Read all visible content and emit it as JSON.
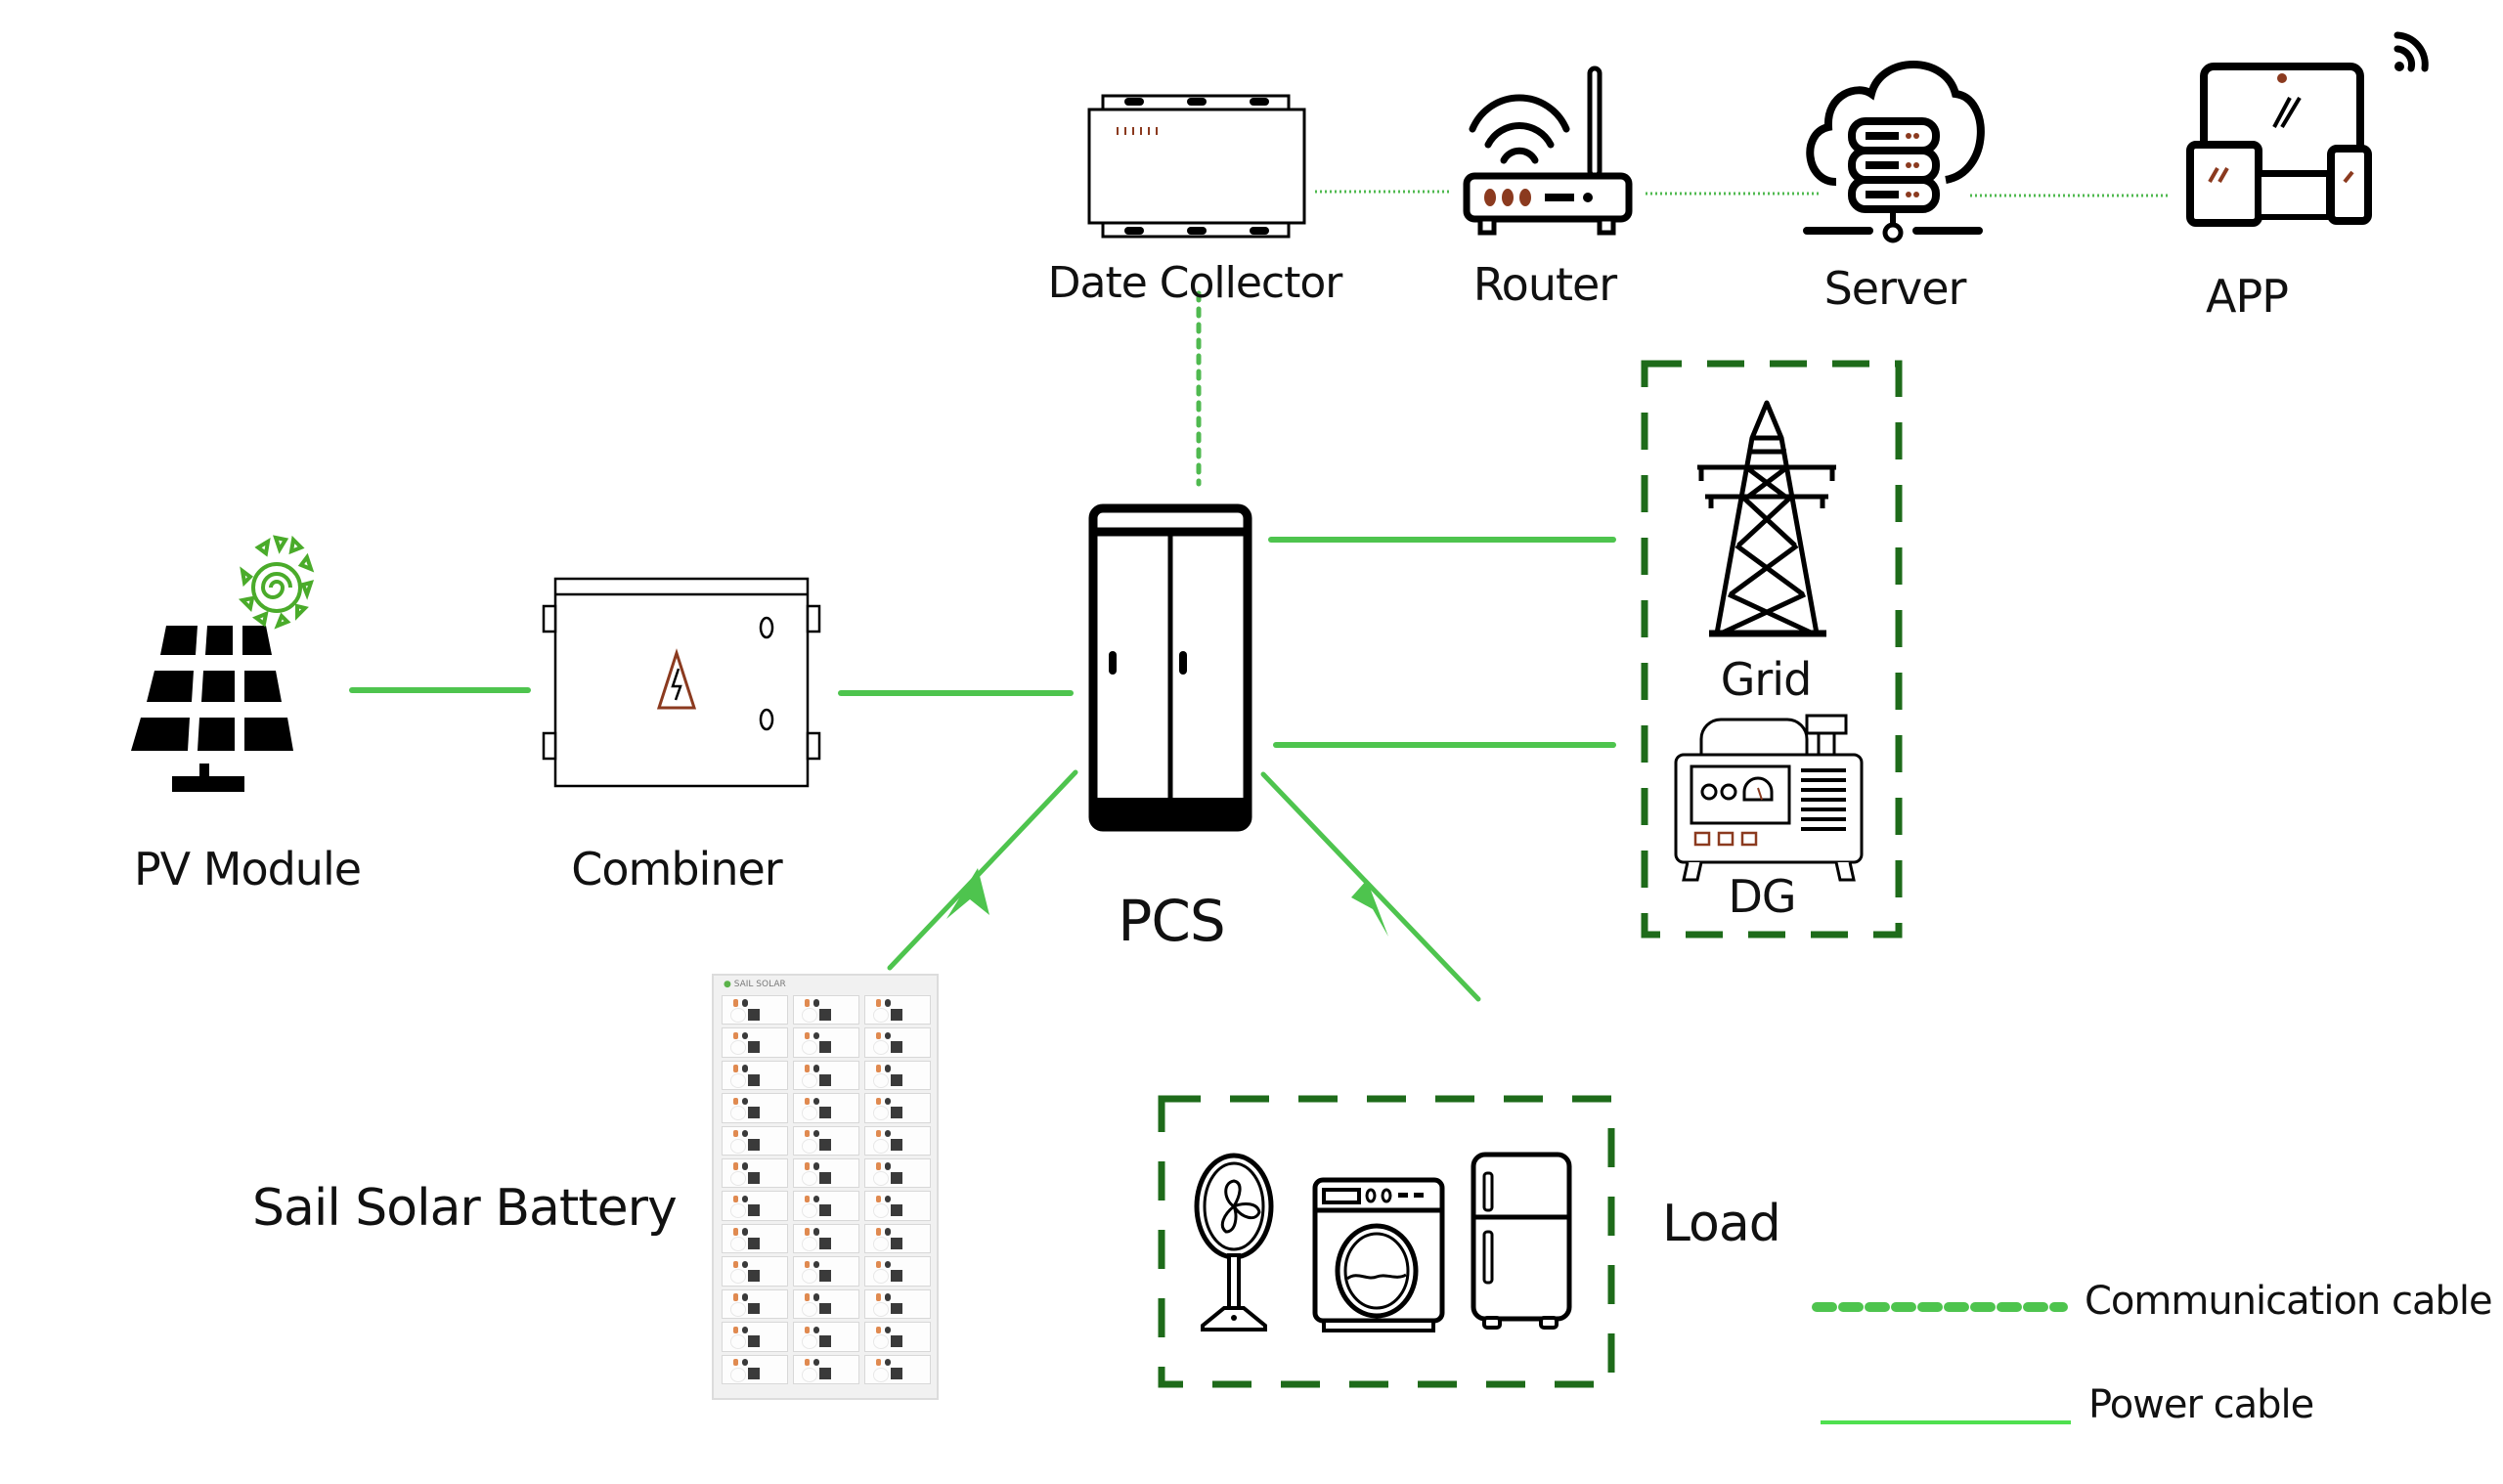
{
  "diagram": {
    "title": "Energy storage system architecture",
    "colors": {
      "power_cable": "#4ec44e",
      "communication_cable": "#3fae3f",
      "group_border": "#1e6b1a",
      "accent_brown": "#8b3a1f",
      "sun_green": "#4aab2a"
    },
    "nodes": {
      "pv_module": {
        "label": "PV Module",
        "icon": "solar-panel-icon"
      },
      "combiner": {
        "label": "Combiner",
        "icon": "combiner-box-icon"
      },
      "pcs": {
        "label": "PCS",
        "icon": "cabinet-icon"
      },
      "battery": {
        "label": "Sail Solar Battery",
        "icon": "battery-rack-icon",
        "brand": "SAIL SOLAR",
        "columns": 3,
        "rows": 12
      },
      "data_collector": {
        "label": "Date Collector",
        "icon": "data-collector-icon"
      },
      "router": {
        "label": "Router",
        "icon": "router-icon"
      },
      "server": {
        "label": "Server",
        "icon": "cloud-server-icon"
      },
      "app": {
        "label": "APP",
        "icon": "devices-icon"
      },
      "grid": {
        "label": "Grid",
        "icon": "transmission-tower-icon"
      },
      "dg": {
        "label": "DG",
        "icon": "diesel-generator-icon"
      },
      "load": {
        "label": "Load",
        "icons": [
          "fan-icon",
          "washing-machine-icon",
          "refrigerator-icon"
        ]
      }
    },
    "connections": [
      {
        "from": "pv_module",
        "to": "combiner",
        "type": "power"
      },
      {
        "from": "combiner",
        "to": "pcs",
        "type": "power"
      },
      {
        "from": "pcs",
        "to": "grid",
        "type": "power"
      },
      {
        "from": "pcs",
        "to": "dg",
        "type": "power"
      },
      {
        "from": "pcs",
        "to": "battery",
        "type": "power",
        "arrow": true
      },
      {
        "from": "pcs",
        "to": "load",
        "type": "power",
        "arrow": true
      },
      {
        "from": "pcs",
        "to": "data_collector",
        "type": "communication"
      },
      {
        "from": "data_collector",
        "to": "router",
        "type": "communication"
      },
      {
        "from": "router",
        "to": "server",
        "type": "communication"
      },
      {
        "from": "server",
        "to": "app",
        "type": "communication"
      }
    ],
    "legend": {
      "communication": "Communication cable",
      "power": "Power cable"
    }
  }
}
